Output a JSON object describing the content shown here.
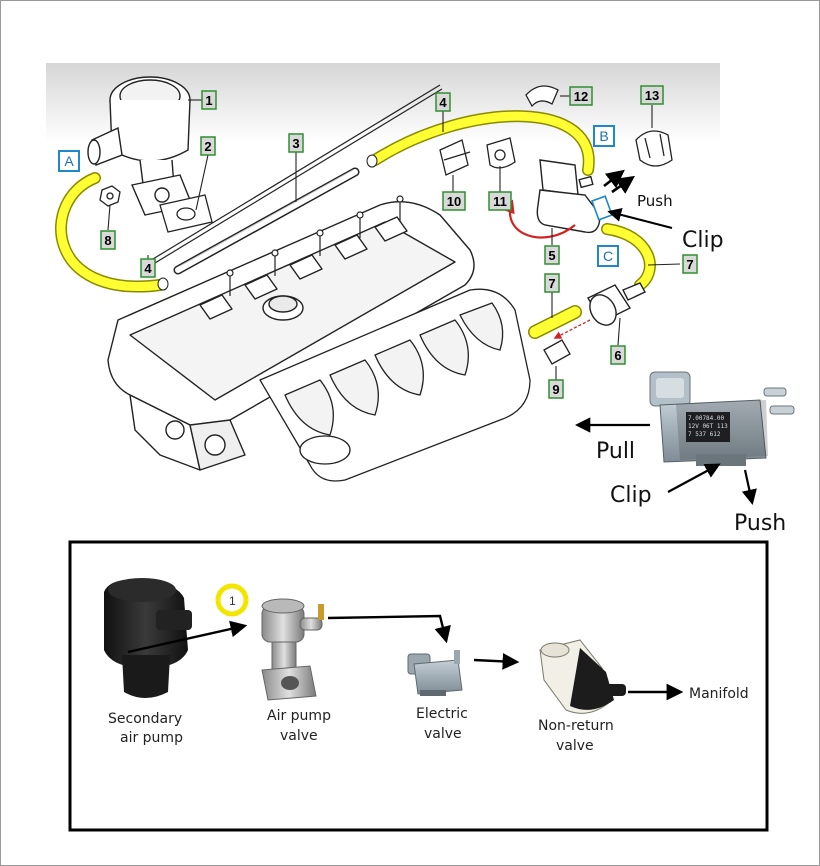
{
  "callouts": {
    "n1": "1",
    "n2": "2",
    "n3": "3",
    "n4a": "4",
    "n4b": "4",
    "n5": "5",
    "n6": "6",
    "n7a": "7",
    "n7b": "7",
    "n8": "8",
    "n9": "9",
    "n10": "10",
    "n11": "11",
    "n12": "12",
    "n13": "13"
  },
  "hose_letters": {
    "a": "A",
    "b": "B",
    "c": "C"
  },
  "action_labels": {
    "push_top": "Push",
    "clip_top": "Clip",
    "pull": "Pull",
    "clip_bottom": "Clip",
    "push_bottom": "Push"
  },
  "valve_photo_text": [
    "7.00784.00",
    "12V   06T 113",
    "7 537 612"
  ],
  "flow": {
    "step_marker": "1",
    "secondary_air_pump": [
      "Secondary",
      "air pump"
    ],
    "air_pump_valve": [
      "Air pump",
      "valve"
    ],
    "electric_valve": [
      "Electric",
      "valve"
    ],
    "non_return_valve": [
      "Non-return",
      "valve"
    ],
    "manifold": "Manifold"
  },
  "colors": {
    "hose": "#ffff33",
    "hose_outline": "#8a8a00",
    "callout_green": "#2f8f2f",
    "letter_blue": "#1e88c8",
    "rotation_red": "#d42020",
    "step_marker_yellow": "#f2e600"
  }
}
